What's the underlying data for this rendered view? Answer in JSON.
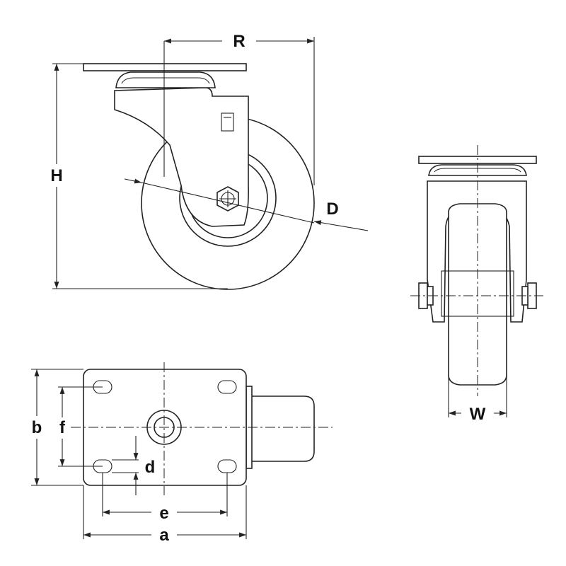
{
  "dimension_labels": {
    "R": "R",
    "H": "H",
    "D": "D",
    "W": "W",
    "a": "a",
    "b": "b",
    "d": "d",
    "e": "e",
    "f": "f"
  },
  "line_color": "#222222",
  "background_color": "#ffffff"
}
